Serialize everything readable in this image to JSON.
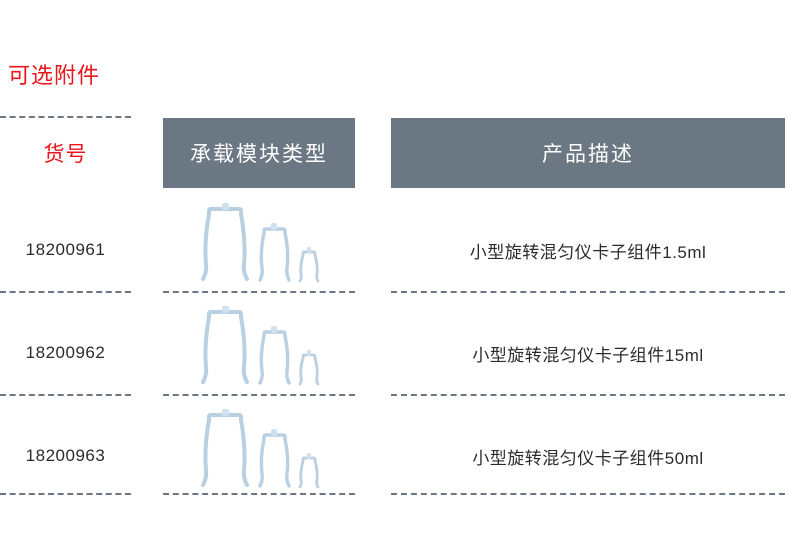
{
  "page": {
    "title": "可选附件",
    "title_color": "#e8161a",
    "header_bg_color": "#6b7783",
    "header_text_color": "#ffffff",
    "rule_color": "#6b7783",
    "body_text_color": "#2b2b2b",
    "clip_color": "#b9cfe2"
  },
  "table": {
    "headers": [
      {
        "label": "货号",
        "style": "plain"
      },
      {
        "label": "承载模块类型",
        "style": "filled"
      },
      {
        "label": "产品描述",
        "style": "filled"
      }
    ],
    "rows": [
      {
        "code": "18200961",
        "icon": "clip-set-icon",
        "description": "小型旋转混匀仪卡子组件1.5ml"
      },
      {
        "code": "18200962",
        "icon": "clip-set-icon",
        "description": "小型旋转混匀仪卡子组件15ml"
      },
      {
        "code": "18200963",
        "icon": "clip-set-icon",
        "description": "小型旋转混匀仪卡子组件50ml"
      }
    ]
  }
}
